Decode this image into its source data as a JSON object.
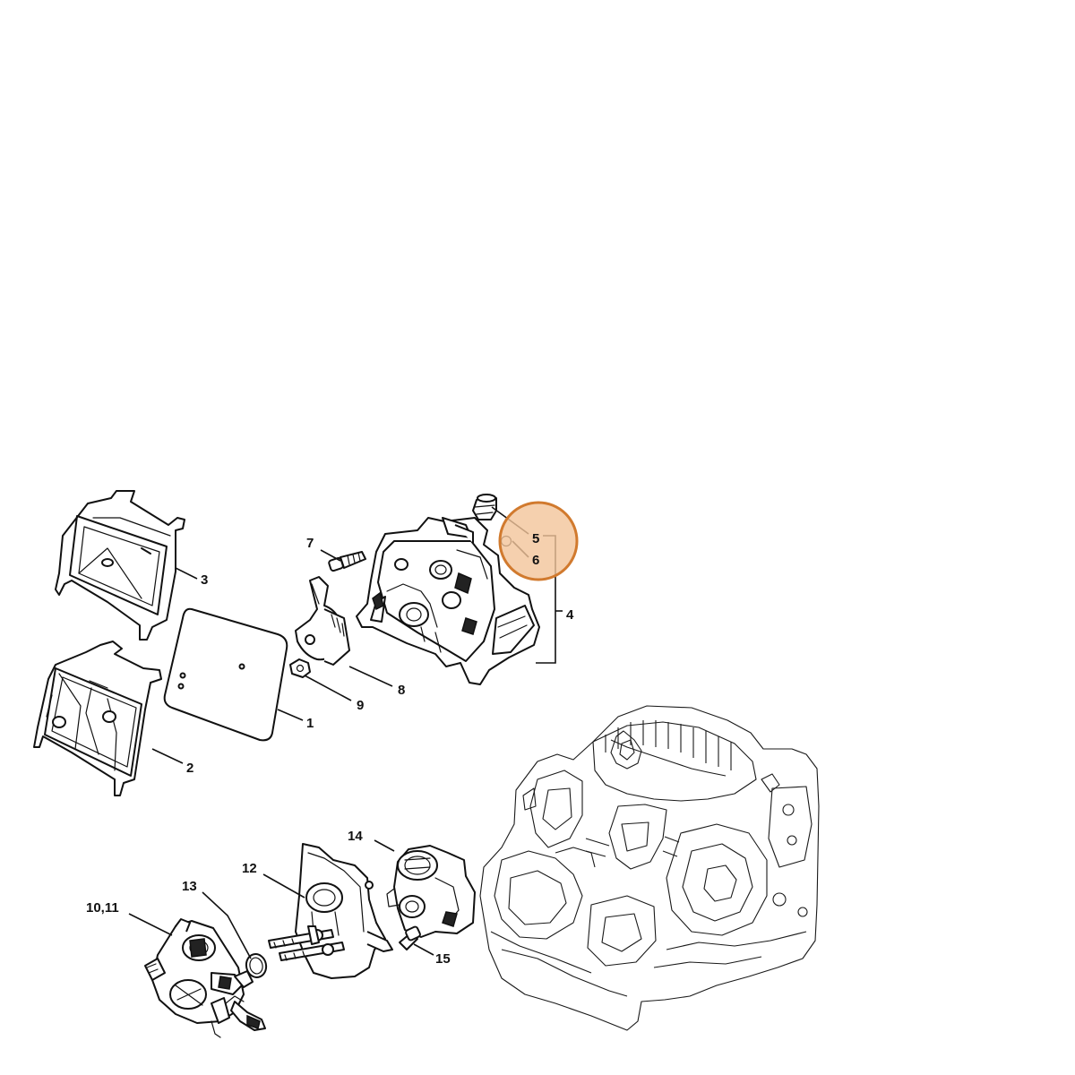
{
  "highlight": {
    "color": "#D17A2E",
    "fill": "#F2C49A"
  },
  "callouts": {
    "c1": "1",
    "c2": "2",
    "c3": "3",
    "c4": "4",
    "c5": "5",
    "c6": "6",
    "c7": "7",
    "c8": "8",
    "c9": "9",
    "c1011": "10,11",
    "c12": "12",
    "c13": "13",
    "c14": "14",
    "c15": "15"
  }
}
